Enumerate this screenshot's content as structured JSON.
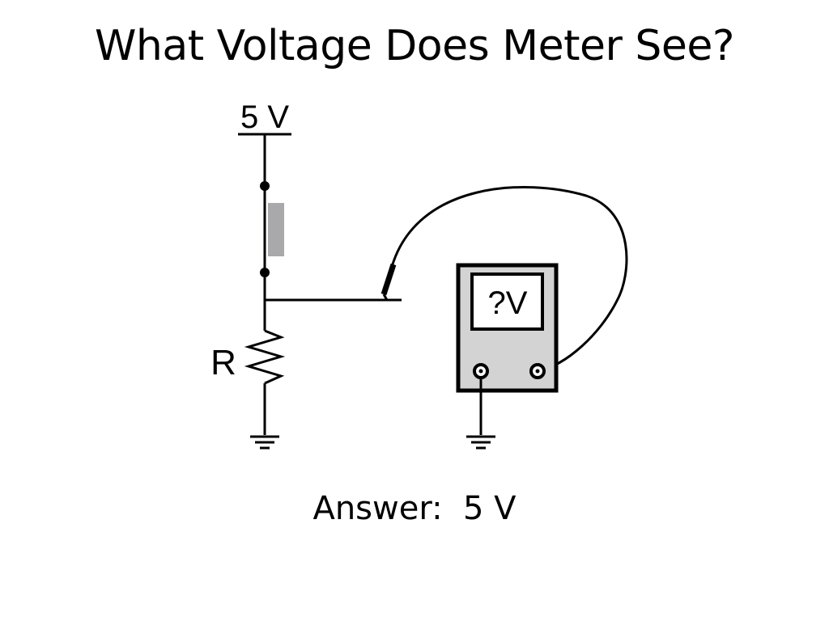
{
  "slide": {
    "title": "What Voltage Does Meter See?",
    "answer": "Answer:  5 V"
  },
  "circuit": {
    "supply_label": "5 V",
    "resistor_label": "R",
    "meter_display": "?V"
  },
  "colors": {
    "wire": "#000000",
    "switch_block": "#a9a9ab",
    "meter_body": "#d3d3d3",
    "background": "#ffffff"
  }
}
